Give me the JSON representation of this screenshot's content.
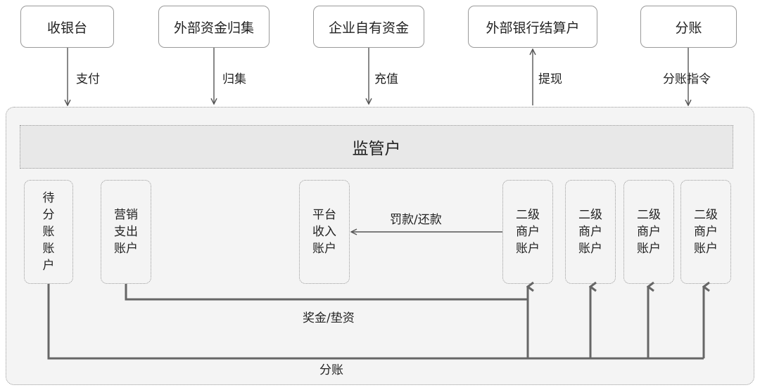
{
  "sources": [
    {
      "key": "cashier",
      "label": "收银台",
      "flow": "支付"
    },
    {
      "key": "external_collect",
      "label": "外部资金归集",
      "flow": "归集"
    },
    {
      "key": "enterprise_funds",
      "label": "企业自有资金",
      "flow": "充值"
    },
    {
      "key": "external_bank",
      "label": "外部银行结算户",
      "flow": "提现"
    },
    {
      "key": "split",
      "label": "分账",
      "flow": "分账指令"
    }
  ],
  "supervised_account": "监管户",
  "accounts": {
    "pending_split": "待分账账户",
    "marketing_expense": "营销支出账户",
    "platform_income": "平台收入账户",
    "secondary_merchant": [
      "二级商户账户",
      "二级商户账户",
      "二级商户账户",
      "二级商户账户"
    ]
  },
  "flows": {
    "penalty_refund": "罚款/还款",
    "bonus_advance": "奖金/垫资",
    "split_bottom": "分账"
  },
  "colors": {
    "border": "#9a9a9a",
    "panel": "#f4f4f4",
    "banner": "#e8e8e8",
    "arrow": "#555555",
    "thick_line": "#666666"
  }
}
